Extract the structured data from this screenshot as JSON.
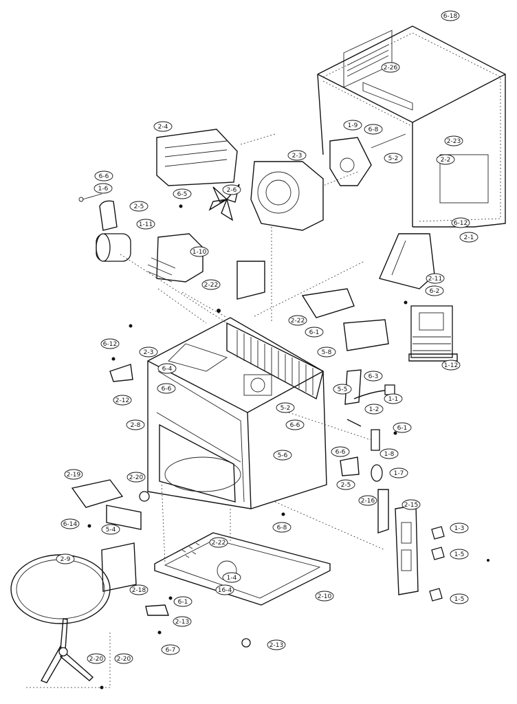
{
  "labels": [
    "6-18",
    "2-26",
    "1-9",
    "6-8",
    "5-2",
    "2-23",
    "2-2",
    "2-4",
    "2-3",
    "6-6",
    "1-6",
    "6-5",
    "2-6",
    "2-5",
    "6-12",
    "2-1",
    "1-11",
    "1-10",
    "2-22",
    "2-11",
    "6-2",
    "2-22",
    "6-1",
    "5-8",
    "1-12",
    "6-12",
    "6-4",
    "2-3",
    "6-6",
    "2-12",
    "2-8",
    "6-3",
    "5-5",
    "1-1",
    "5-2",
    "6-6",
    "1-2",
    "6-1",
    "5-6",
    "6-6",
    "1-8",
    "2-5",
    "1-7",
    "2-19",
    "2-20",
    "6-14",
    "5-4",
    "6-8",
    "2-16",
    "2-15",
    "1-3",
    "2-22",
    "1-4",
    "1-5",
    "2-9",
    "2-18",
    "6-1",
    "16-4",
    "2-10",
    "1-5",
    "2-13",
    "6-7",
    "2-13",
    "2-20",
    "2-20"
  ]
}
